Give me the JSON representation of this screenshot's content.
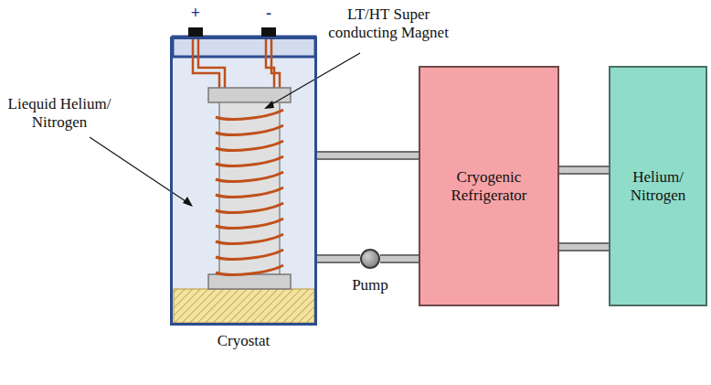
{
  "diagram": {
    "nodes": [
      {
        "text": [
          "Cryostat"
        ]
      },
      {
        "text": [
          "Pump"
        ]
      },
      {
        "text": [
          "Cryogenic Refrigerator"
        ]
      },
      {
        "text": [
          "Helium/ Nitrogen"
        ]
      }
    ],
    "edges": [
      {
        "from": 0,
        "to": 2,
        "arrow": "none"
      },
      {
        "from": 0,
        "to": 1,
        "arrow": "none"
      },
      {
        "from": 1,
        "to": 2,
        "arrow": "none"
      },
      {
        "from": 2,
        "to": 3,
        "arrow": "none"
      },
      {
        "from": 2,
        "to": 3,
        "arrow": "none"
      }
    ],
    "labels": [
      "+",
      "-",
      "LT/HT Super conducting Magnet",
      "Liequid Helium/ Nitrogen"
    ]
  }
}
